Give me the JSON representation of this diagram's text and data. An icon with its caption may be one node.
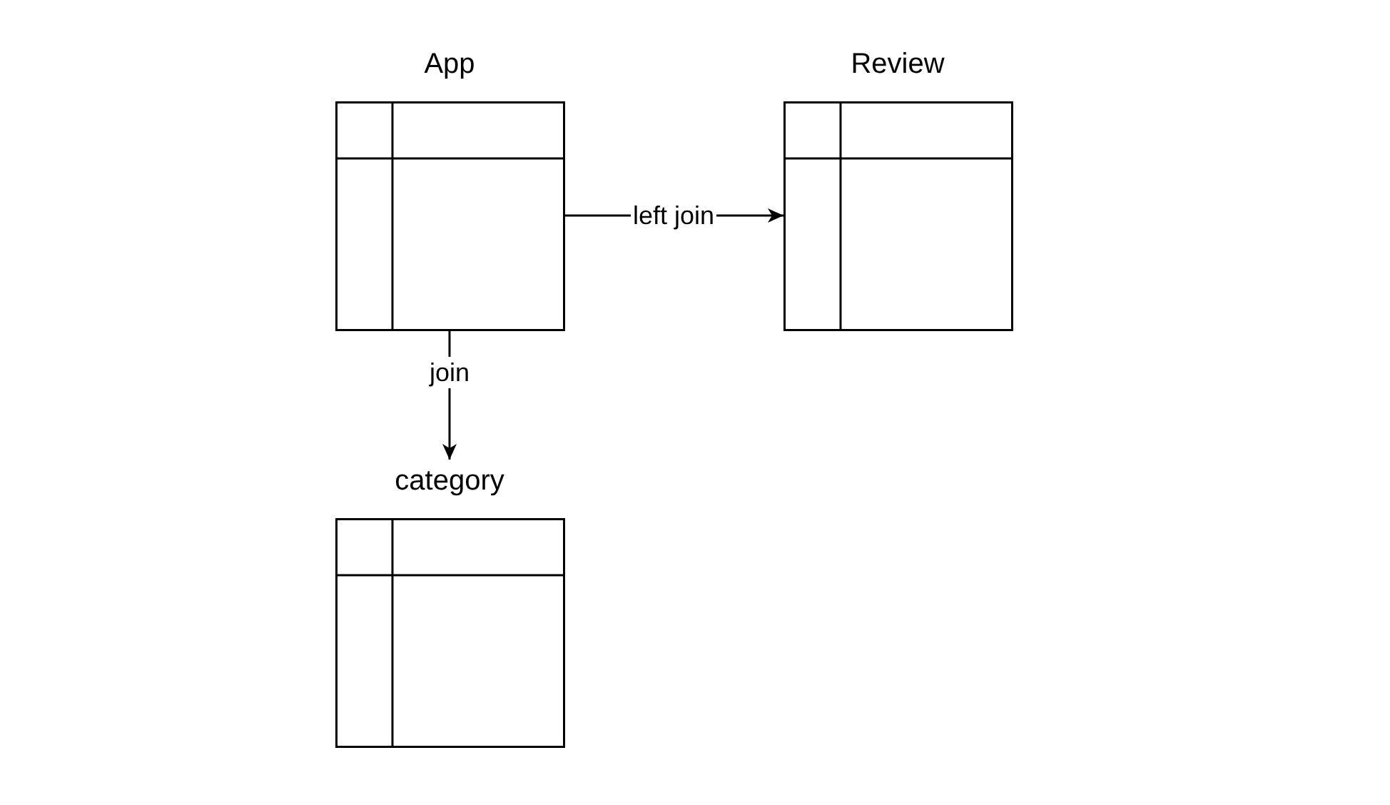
{
  "diagram": {
    "nodes": [
      {
        "text": [
          "App"
        ]
      },
      {
        "text": [
          "Review"
        ]
      },
      {
        "text": [
          "category"
        ]
      }
    ],
    "edges": [
      {
        "from": 0,
        "to": 1,
        "arrow": "to",
        "label": "left join"
      },
      {
        "from": 0,
        "to": 2,
        "arrow": "to",
        "label": "join"
      }
    ]
  }
}
